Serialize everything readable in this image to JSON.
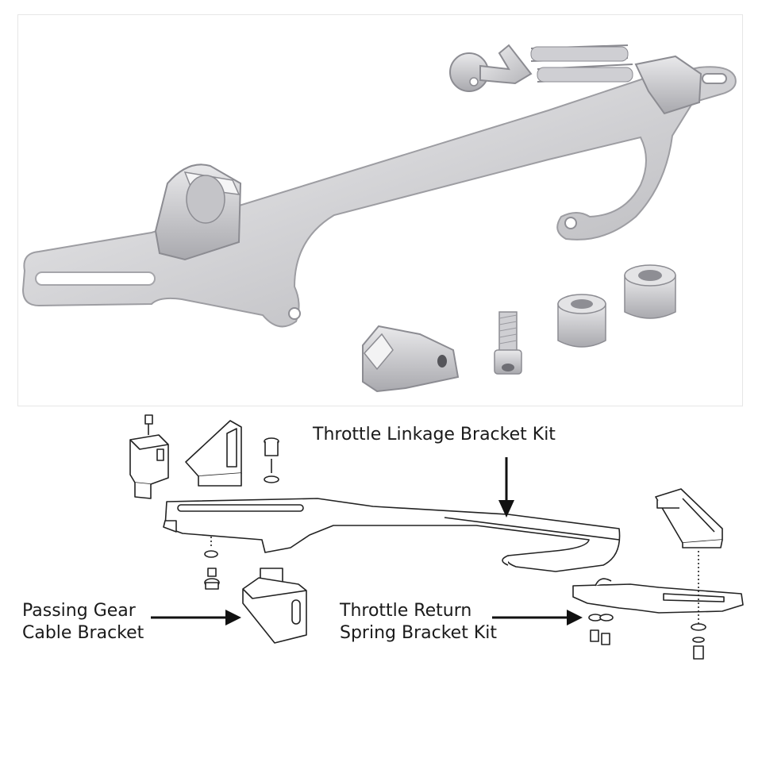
{
  "labels": {
    "throttle_linkage": "Throttle Linkage Bracket Kit",
    "passing_gear": "Passing Gear\nCable Bracket",
    "throttle_return": "Throttle Return\nSpring Bracket Kit"
  },
  "colors": {
    "metal_light": "#e4e4e6",
    "metal_mid": "#c9c9cc",
    "metal_dark": "#9a9aa0",
    "line": "#222222"
  }
}
